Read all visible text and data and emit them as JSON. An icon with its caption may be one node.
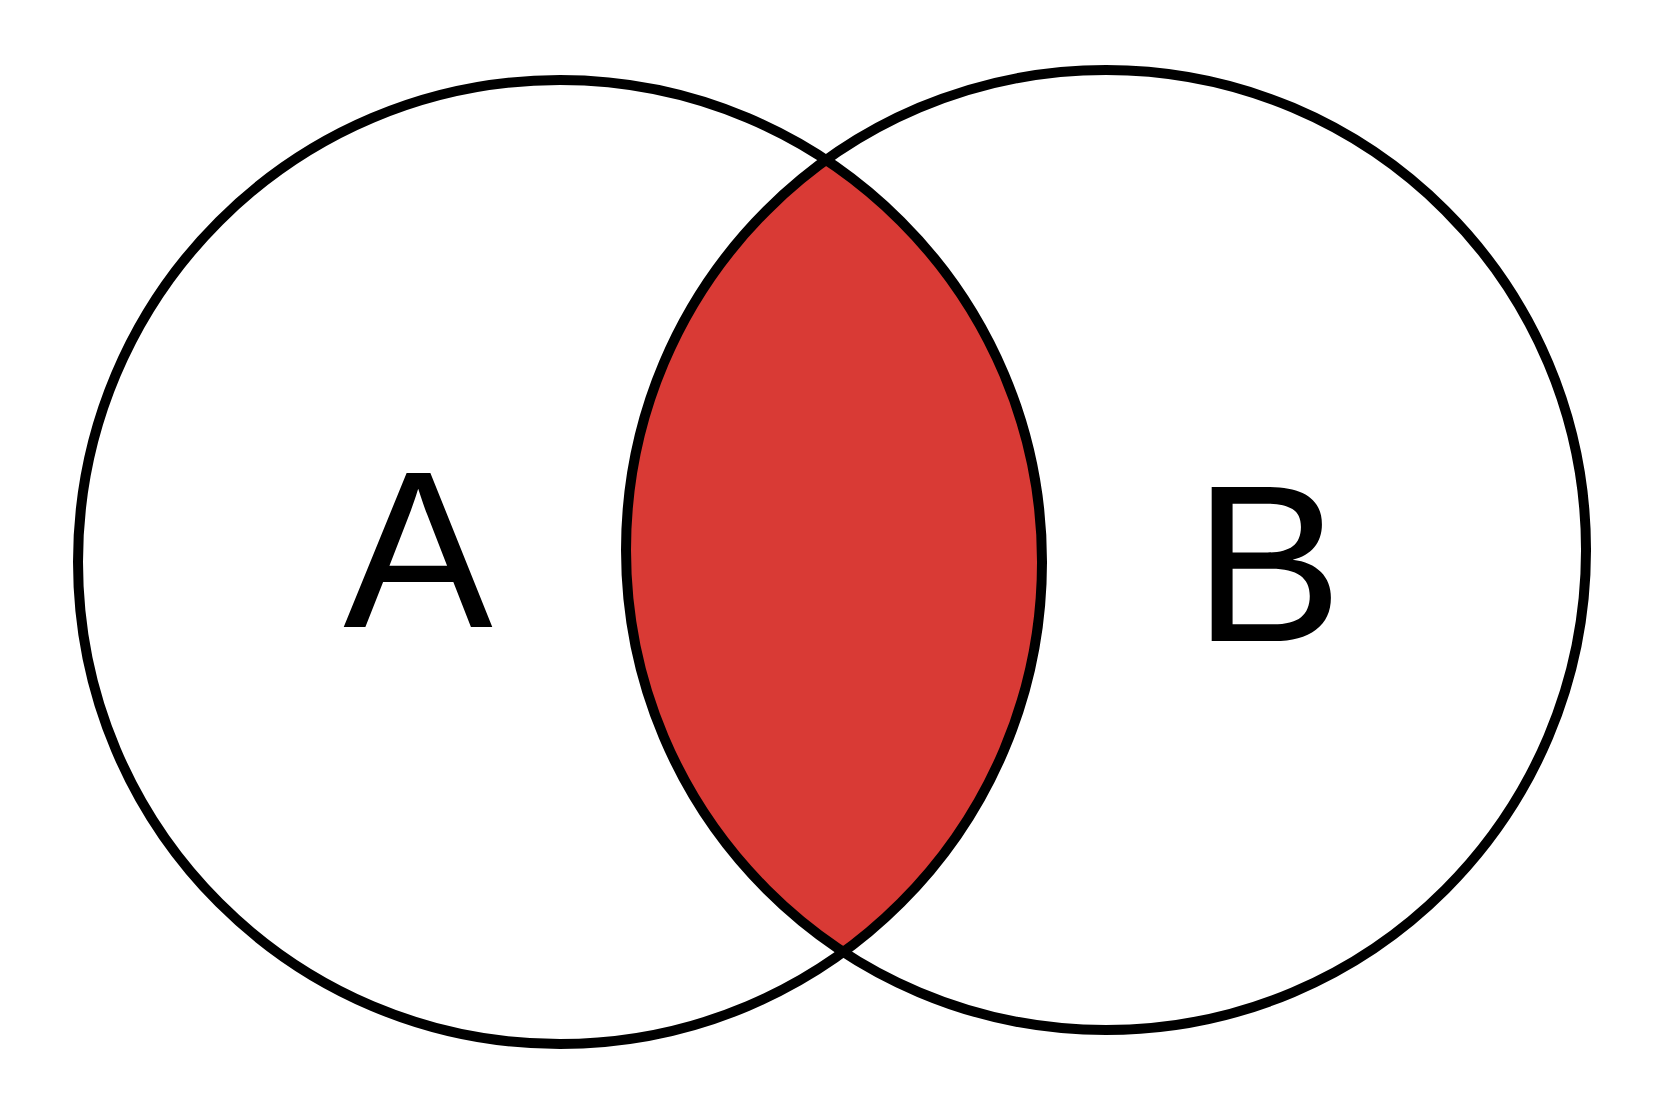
{
  "diagram": {
    "nodes": [
      {
        "text": [
          "A"
        ]
      },
      {
        "text": [
          "B"
        ]
      },
      {
        "text": [],
        "shape": "lens"
      }
    ]
  }
}
